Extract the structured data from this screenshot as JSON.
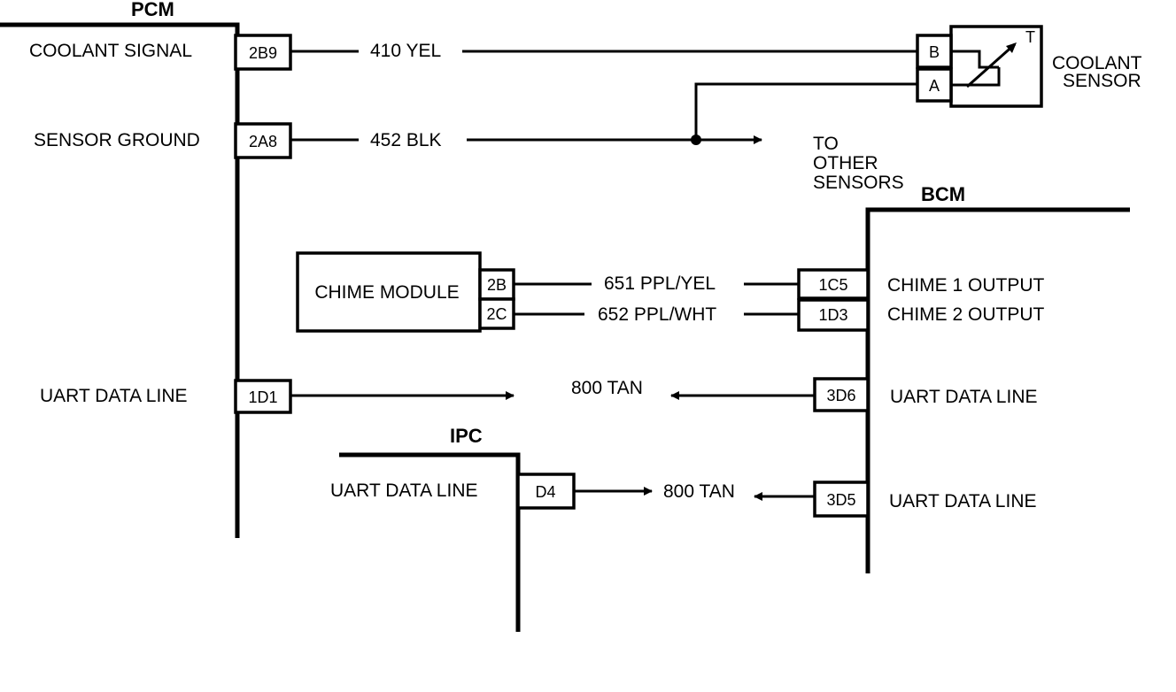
{
  "modules": {
    "pcm": "PCM",
    "bcm": "BCM",
    "ipc": "IPC",
    "chime_module": "CHIME MODULE",
    "coolant_sensor_line1": "COOLANT",
    "coolant_sensor_line2": "SENSOR"
  },
  "pcm_circuits": {
    "coolant_signal": "COOLANT SIGNAL",
    "sensor_ground": "SENSOR GROUND",
    "uart_data_line": "UART DATA LINE"
  },
  "pcm_pins": {
    "p2b9": "2B9",
    "p2a8": "2A8",
    "p1d1": "1D1"
  },
  "wires": {
    "w410": "410 YEL",
    "w452": "452 BLK",
    "w651": "651 PPL/YEL",
    "w652": "652 PPL/WHT",
    "w800_bcm": "800 TAN",
    "w800_ipc": "800 TAN"
  },
  "sensor_pins": {
    "b": "B",
    "a": "A",
    "t": "T"
  },
  "to_other_sensors": [
    "TO",
    "OTHER",
    "SENSORS"
  ],
  "chime_pins": {
    "p2b": "2B",
    "p2c": "2C"
  },
  "bcm_circuits": {
    "chime1": "CHIME 1 OUTPUT",
    "chime2": "CHIME 2 OUTPUT",
    "uart1": "UART DATA LINE",
    "uart2": "UART DATA LINE"
  },
  "bcm_pins": {
    "p1c5": "1C5",
    "p1d3": "1D3",
    "p3d6": "3D6",
    "p3d5": "3D5"
  },
  "ipc_circuit": {
    "uart": "UART DATA LINE"
  },
  "ipc_pins": {
    "pd4": "D4"
  }
}
